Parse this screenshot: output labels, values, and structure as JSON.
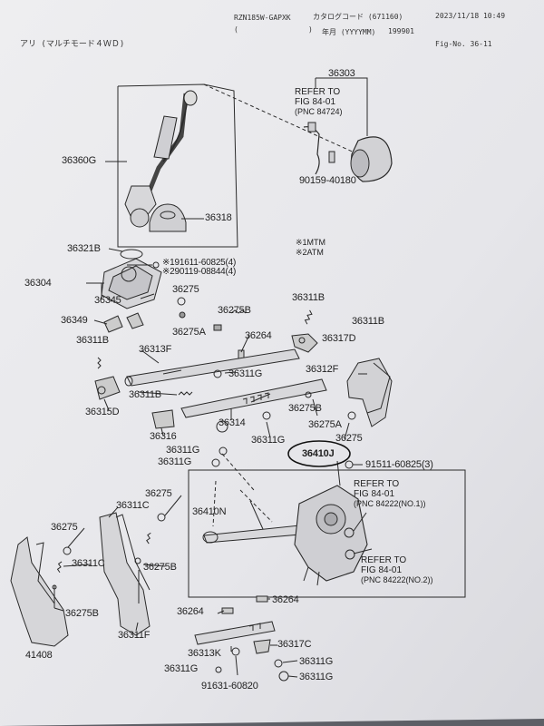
{
  "header": {
    "model_code": "RZN185W-GAPXK",
    "paren_left": "(",
    "paren_right": ")",
    "catalog_code_label": "カタログコード (671160)",
    "timestamp": "2023/11/18 10:49",
    "year_label": "年月 (YYYYMM)",
    "year_value": "199901",
    "section": "アリ (マルチモード４ＷＤ)",
    "fig_no": "Fig-No.  36-11"
  },
  "legend": {
    "mtm": "※1MTM",
    "atm": "※2ATM"
  },
  "refs": {
    "ref1": [
      "REFER TO",
      "FIG 84-01",
      "(PNC 84724)"
    ],
    "ref2": [
      "REFER TO",
      "FIG 84-01",
      "(PNC 84222(NO.1))"
    ],
    "ref3": [
      "REFER TO",
      "FIG 84-01",
      "(PNC 84222(NO.2))"
    ]
  },
  "labels": {
    "p36303": "36303",
    "p90159_40180": "90159-40180",
    "p36360G": "36360G",
    "p36318": "36318",
    "p36321B": "36321B",
    "p91611": "※191611-60825(4)",
    "p90119": "※290119-08844(4)",
    "p36304": "36304",
    "p36345": "36345",
    "p36275_a": "36275",
    "p36311B_a": "36311B",
    "p36349": "36349",
    "p36275B_a": "36275B",
    "p36275A_a": "36275A",
    "p36264_a": "36264",
    "p36317D": "36317D",
    "p36311B_b": "36311B",
    "p36311B_c": "36311B",
    "p36313F": "36313F",
    "p36312F": "36312F",
    "p36311G_a": "36311G",
    "p36311B_d": "36311B",
    "p36275B_b": "36275B",
    "p36315D": "36315D",
    "p36314": "36314",
    "p36275A_b": "36275A",
    "p36316": "36316",
    "p36311G_b": "36311G",
    "p36275_b": "36275",
    "p36311G_c": "36311G",
    "p36410J": "36410J",
    "p91511": "91511-60825(3)",
    "p36311G_d": "36311G",
    "p36275_c": "36275",
    "p36311C_a": "36311C",
    "p36410N": "36410N",
    "p36275_d": "36275",
    "p36311C_b": "36311C",
    "p36275B_c": "36275B",
    "p36275B_d": "36275B",
    "p36311F": "36311F",
    "p41408": "41408",
    "p36264_b": "36264",
    "p36264_c": "36264",
    "p36317C": "36317C",
    "p36313K": "36313K",
    "p36311G_e": "36311G",
    "p36311G_f": "36311G",
    "p36311G_g": "36311G",
    "p91631": "91631-60820"
  },
  "colors": {
    "paper": "#e9e9ec",
    "ink": "#222222",
    "highlight": "#2b2b2b"
  }
}
